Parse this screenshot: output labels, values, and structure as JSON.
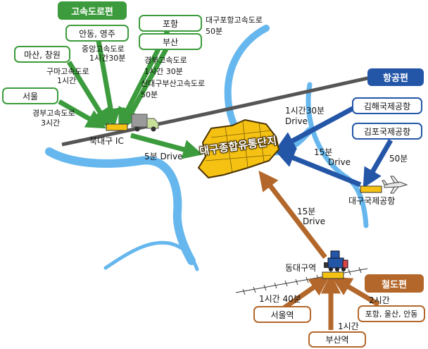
{
  "colors": {
    "highway": "#3c9b3c",
    "air": "#2456a8",
    "rail": "#b3672a",
    "river": "#66b7ee",
    "road": "#555555",
    "complex": "#f5c214"
  },
  "destination": {
    "name": "대구종합유통단지"
  },
  "highway": {
    "header": "고속도로편",
    "boxes": {
      "andong": "안동, 영주",
      "pohang": "포항",
      "busan": "부산",
      "masan": "마산, 창원",
      "seoul": "서울"
    },
    "routes": {
      "pohang_note": "대구포항고속도로",
      "pohang_time": "50분",
      "andong_note": "중앙고속도로",
      "andong_time": "1시간30분",
      "masan_note": "구마고속도로",
      "masan_time": "1시간",
      "busan_note1": "경부고속도로",
      "busan_time1": "1시간 30분",
      "busan_note2": "신대구부산고속도로",
      "busan_time2": "50분",
      "seoul_note": "경부고속도로",
      "seoul_time": "3시간"
    },
    "ic": "북대구 IC",
    "ic_drive": "5분 Drive"
  },
  "air": {
    "header": "항공편",
    "boxes": {
      "gimhae": "김해국제공항",
      "gimpo": "김포국제공항"
    },
    "gimhae_time": "1시간30분",
    "gimhae_drive": "Drive",
    "gimpo_time": "50분",
    "airport": "대구국제공항",
    "airport_time": "15분",
    "airport_drive": "Drive"
  },
  "rail": {
    "header": "철도편",
    "station": "동대구역",
    "station_time": "15분",
    "station_drive": "Drive",
    "boxes": {
      "seoul": "서울역",
      "busan": "부산역",
      "pohang": "포항, 울산, 안동"
    },
    "seoul_time": "1시간 40분",
    "busan_time": "1시간",
    "pohang_time": "2시간"
  },
  "icons": [
    "truck-icon",
    "airplane-icon",
    "train-icon"
  ]
}
